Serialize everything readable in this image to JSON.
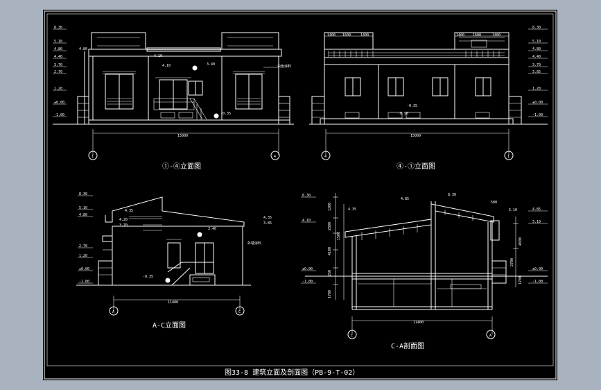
{
  "drawing": {
    "caption": "图33-8 建筑立面及剖面图（PB-9-T-02）",
    "views": [
      {
        "id": "front",
        "title": "①-④立面图",
        "span": "15000",
        "axis_start": "1",
        "axis_end": "4"
      },
      {
        "id": "back",
        "title": "④-①立面图",
        "span": "15000",
        "axis_start": "4",
        "axis_end": "1"
      },
      {
        "id": "side",
        "title": "A-C立面图",
        "span": "11400",
        "axis_start": "A",
        "axis_end": "C"
      },
      {
        "id": "section",
        "title": "C-A剖面图",
        "span": "11400",
        "axis_start": "C",
        "axis_end": "A"
      }
    ],
    "elevations": {
      "front": [
        "8.30",
        "5.10",
        "4.80",
        "4.40",
        "3.70",
        "2.70",
        "1.20",
        "±0.00",
        "-1.00"
      ],
      "back": [
        "8.30",
        "5.10",
        "4.80",
        "4.40",
        "3.70",
        "3.85",
        "1.20",
        "±0.00",
        "-1.00"
      ],
      "side": [
        "8.30",
        "5.10",
        "4.80",
        "2.70",
        "1.20",
        "±0.00",
        "-1.00"
      ],
      "section_left": [
        "8.30",
        "4.10",
        "±0.00",
        "-1.00"
      ],
      "section_right": [
        "4.85",
        "3.10",
        "±0.00",
        "-1.00"
      ]
    },
    "annotations": {
      "front_4_80": "4.80",
      "front_4_10": "4.10",
      "front_3_40": "3.40",
      "front_neg035": "-0.35",
      "front_note": "白色涂料",
      "back_neg035": "-0.35",
      "back_neg050": "-0.50",
      "back_top_dims": [
        "1400",
        "1600",
        "1400",
        "1400",
        "1600",
        "1400"
      ],
      "side_4_35": "4.35",
      "side_4_20": "4.20",
      "side_3_70": "3.70",
      "side_3_40": "3.40",
      "side_4_35b": "4.35",
      "side_3_85": "3.85",
      "side_note": "外墙涂料",
      "side_neg035": "-0.35",
      "sec_4_35": "4.35",
      "sec_4_85": "4.85",
      "sec_8_30": "8.30",
      "sec_500": "500",
      "sec_5_10": "5.10",
      "sec_left_dims": [
        "1200",
        "2800",
        "4100",
        "1500",
        "250",
        "1700"
      ],
      "sec_right_dims": [
        "4600",
        "2700",
        "1700"
      ]
    }
  }
}
